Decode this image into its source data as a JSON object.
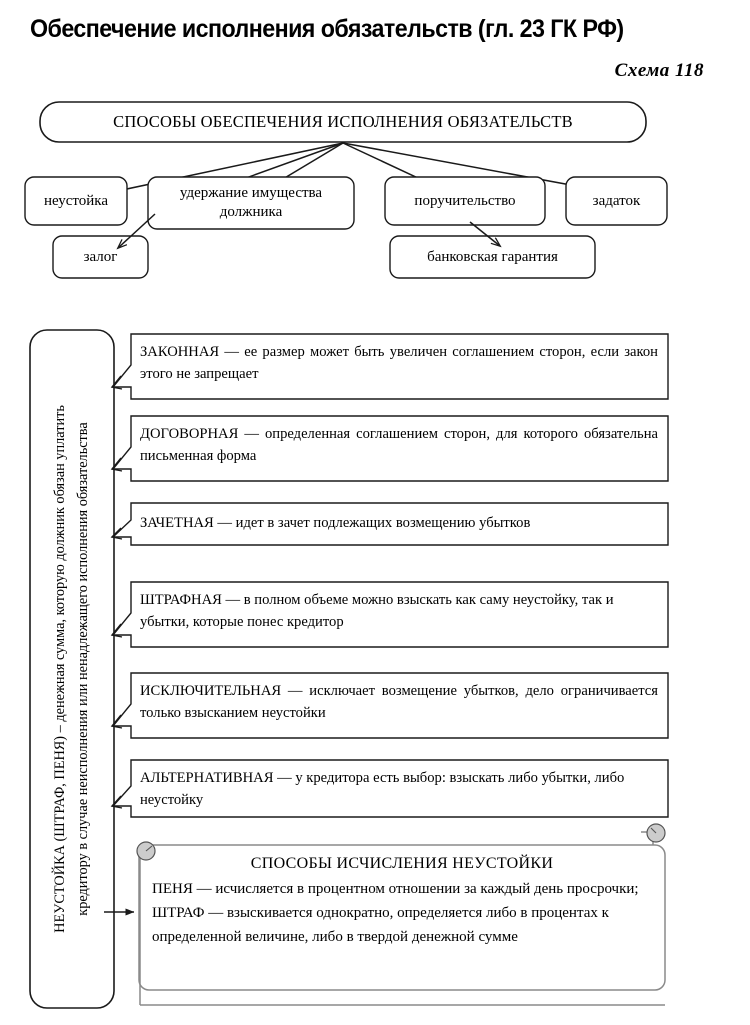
{
  "header": {
    "title": "Обеспечение исполнения обязательств (гл. 23 ГК РФ)",
    "scheme_number": "Схема 118"
  },
  "colors": {
    "stroke": "#1a1a1a",
    "fill": "#ffffff",
    "curl_fill": "#b8b8b8",
    "summary_stroke": "#8a8a8a"
  },
  "top_diagram": {
    "root": {
      "label": "СПОСОБЫ ОБЕСПЕЧЕНИЯ ИСПОЛНЕНИЯ ОБЯЗАТЕЛЬСТВ"
    },
    "primary_nodes": [
      {
        "label": "неустойка"
      },
      {
        "label": "удержание имущества должника"
      },
      {
        "label": "поручительство"
      },
      {
        "label": "задаток"
      }
    ],
    "secondary_nodes": [
      {
        "label": "залог"
      },
      {
        "label": "банковская гарантия"
      }
    ]
  },
  "penalty_section": {
    "definition_lines": [
      "НЕУСТОЙКА (ШТРАФ, ПЕНЯ) – денежная сумма, которую должник обязан уплатить",
      "кредитору в случае неисполнения или ненадлежащего исполнения обязательства"
    ],
    "types": [
      {
        "term": "ЗАКОННАЯ",
        "text": "ЗАКОННАЯ — ее размер может быть увеличен соглашением сторон, если закон этого не запрещает"
      },
      {
        "term": "ДОГОВОРНАЯ",
        "text": "ДОГОВОРНАЯ — определенная соглашением сторон, для которого обязательна письменная форма"
      },
      {
        "term": "ЗАЧЕТНАЯ",
        "text": "ЗАЧЕТНАЯ — идет в зачет подлежащих возмещению убытков"
      },
      {
        "term": "ШТРАФНАЯ",
        "text": "ШТРАФНАЯ — в полном объеме можно взыскать как саму неустойку, так и убытки, которые понес кредитор"
      },
      {
        "term": "ИСКЛЮЧИТЕЛЬНАЯ",
        "text": "ИСКЛЮЧИТЕЛЬНАЯ — исключает возмещение убытков, дело ограничивается только взысканием неустойки"
      },
      {
        "term": "АЛЬТЕРНАТИВНАЯ",
        "text": "АЛЬТЕРНАТИВНАЯ — у кредитора есть выбор: взыскать либо убытки, либо неустойку"
      }
    ]
  },
  "summary_box": {
    "title": "СПОСОБЫ ИСЧИСЛЕНИЯ НЕУСТОЙКИ",
    "items": [
      "ПЕНЯ — исчисляется в процентном отношении за каждый день просрочки;",
      "ШТРАФ — взыскивается однократно, определяется либо в процентах к определенной величине, либо в твердой денежной сумме"
    ]
  }
}
